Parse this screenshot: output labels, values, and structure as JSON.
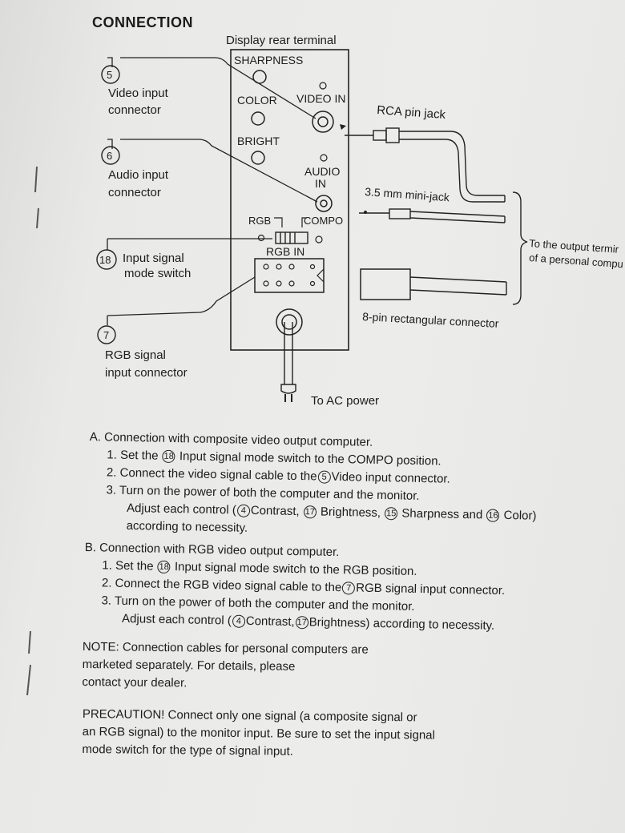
{
  "heading": "CONNECTION",
  "panel": {
    "title": "Display rear terminal",
    "sharpness": "SHARPNESS",
    "color": "COLOR",
    "video_in": "VIDEO IN",
    "bright": "BRIGHT",
    "audio": "AUDIO",
    "in": "IN",
    "rgb": "RGB",
    "compo": "COMPO",
    "rgb_in": "RGB IN"
  },
  "callouts": [
    {
      "num": "5",
      "line1": "Video input",
      "line2": "connector"
    },
    {
      "num": "6",
      "line1": "Audio input",
      "line2": "connector"
    },
    {
      "num": "18",
      "line1": "Input signal",
      "line2": "mode switch"
    },
    {
      "num": "7",
      "line1": "RGB signal",
      "line2": "input connector"
    }
  ],
  "cables": {
    "rca": "RCA pin jack",
    "mini": "3.5 mm mini-jack",
    "rect": "8-pin rectangular connector",
    "output1": "To the output termir",
    "output2": "of a personal compu",
    "ac": "To AC power"
  },
  "section_a": {
    "title": "A. Connection with composite video output computer.",
    "s1_a": "1. Set the",
    "s1_n": "18",
    "s1_b": "Input signal mode switch to the COMPO position.",
    "s2_a": "2. Connect the video signal cable to the",
    "s2_n": "5",
    "s2_b": "Video input connector.",
    "s3": "3. Turn on the power of both the computer and the monitor.",
    "adj_a": "Adjust each control (",
    "n4": "4",
    "adj_b": "Contrast,",
    "n17": "17",
    "adj_c": "Brightness,",
    "n15": "15",
    "adj_d": "Sharpness and",
    "n16": "16",
    "adj_e": "Color)",
    "adj2": "according to necessity."
  },
  "section_b": {
    "title": "B. Connection with RGB video output computer.",
    "s1_a": "1. Set the",
    "s1_n": "18",
    "s1_b": "Input signal mode switch to the RGB position.",
    "s2_a": "2. Connect the RGB video signal cable to the",
    "s2_n": "7",
    "s2_b": "RGB signal input connector.",
    "s3": "3. Turn on the power of  both the computer and  the monitor.",
    "adj_a": "Adjust each control (",
    "n4": "4",
    "adj_b": "Contrast,",
    "n17": "17",
    "adj_c": "Brightness) according to necessity."
  },
  "note": {
    "l1": "NOTE:   Connection cables for personal computers are",
    "l2": "marketed separately. For details, please",
    "l3": "contact your dealer."
  },
  "precaution": {
    "l1": "PRECAUTION!   Connect only one signal (a composite signal or",
    "l2": "an RGB signal) to the monitor input. Be sure to set the input signal",
    "l3": "mode switch for the type of signal input."
  }
}
